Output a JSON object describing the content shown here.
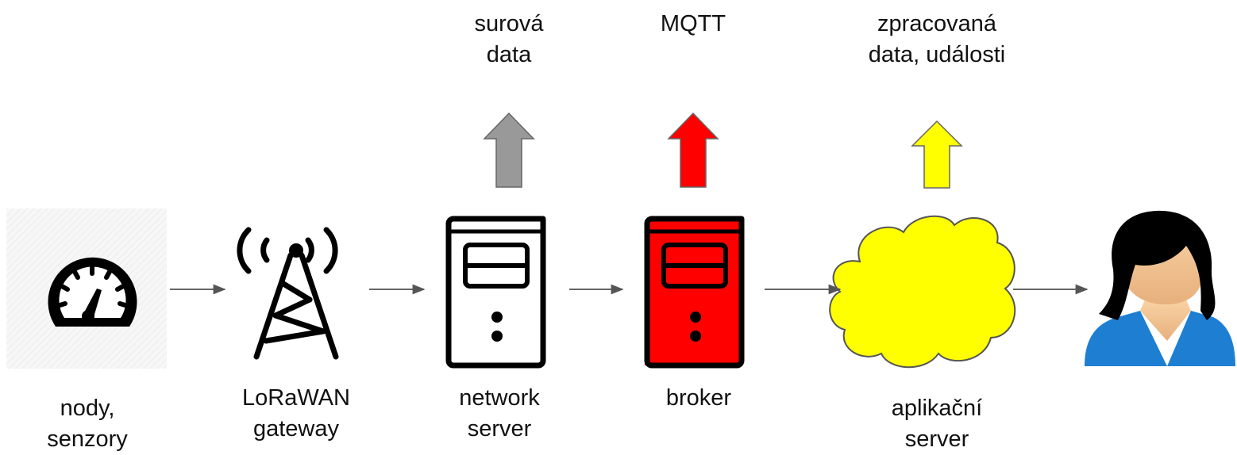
{
  "top_labels": {
    "raw_data": [
      "surová",
      "data"
    ],
    "mqtt": [
      "MQTT"
    ],
    "processed": [
      "zpracovaná",
      "data, události"
    ]
  },
  "bottom_labels": {
    "nodes": [
      "nody,",
      "senzory"
    ],
    "gateway": [
      "LoRaWAN",
      "gateway"
    ],
    "network_server": [
      "network",
      "server"
    ],
    "broker": [
      "broker"
    ],
    "app_server": [
      "aplikační",
      "server"
    ]
  },
  "icons": [
    "gauge-icon",
    "antenna-tower-icon",
    "server-icon",
    "server-icon",
    "cloud-icon",
    "user-icon"
  ],
  "colors": {
    "raw_data_arrow": "#999999",
    "mqtt_arrow": "#ff0000",
    "processed_arrow": "#ffff00",
    "broker_fill": "#ff0000",
    "cloud_fill": "#ffff00",
    "user_shirt": "#1e7fd2"
  }
}
